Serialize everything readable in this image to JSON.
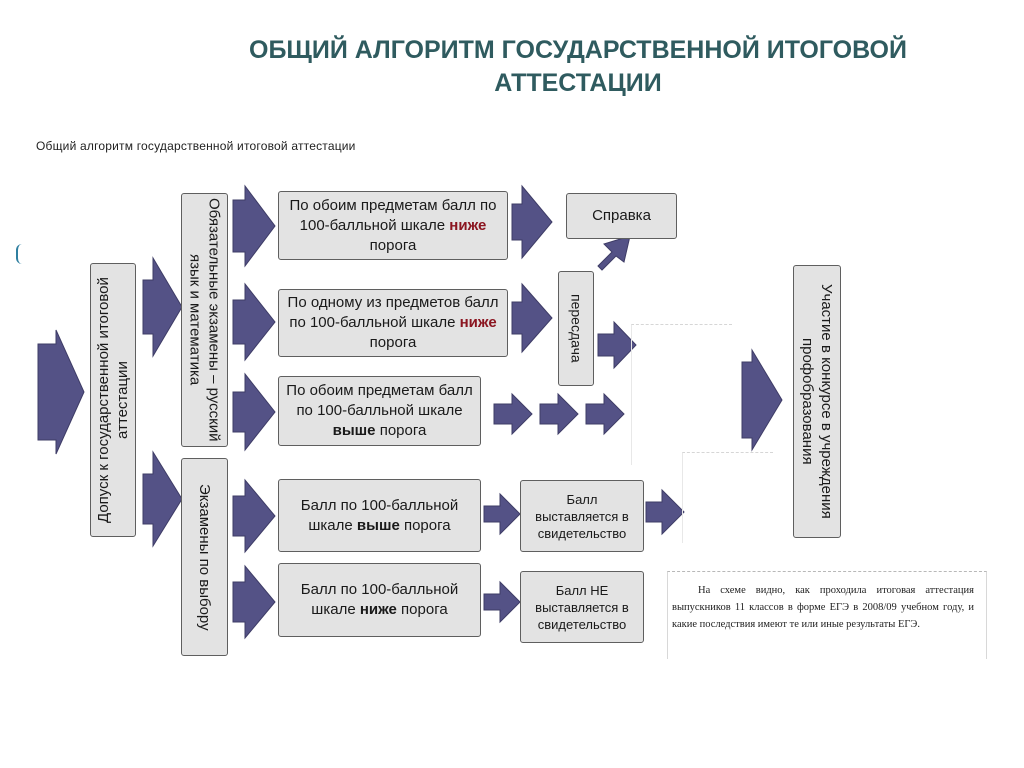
{
  "title": {
    "line1": "ОБЩИЙ АЛГОРИТМ ГОСУДАРСТВЕННОЙ ИТОГОВОЙ",
    "line2": "АТТЕСТАЦИИ"
  },
  "subtitle": "Общий алгоритм государственной итоговой аттестации",
  "boxes": {
    "admission": "Допуск к государственной итоговой аттестации",
    "mandatory": "Обязательные экзамены – русский язык и математика",
    "elective": "Экзамены по выбору",
    "both_below": {
      "pre": "По обоим предметам балл по 100-балльной шкале ",
      "em": "ниже",
      "post": " порога"
    },
    "one_below": {
      "pre": "По одному из предметов балл по 100-балльной шкале ",
      "em": "ниже",
      "post": " порога"
    },
    "both_above": {
      "pre": "По обоим предметам балл по 100-балльной шкале ",
      "em": "выше",
      "post": " порога"
    },
    "elective_above": {
      "pre": "Балл по 100-балльной шкале ",
      "em": "выше",
      "post": " порога"
    },
    "elective_below": {
      "pre": "Балл по 100-балльной шкале ",
      "em": "ниже",
      "post": " порога"
    },
    "certificate_note": "Справка",
    "retake": "пересдача",
    "score_in_certificate": "Балл выставляется в свидетельство",
    "score_not_in_certificate": "Балл НЕ выставляется в свидетельство",
    "competition": "Участие в конкурсе в учреждения профобразования"
  },
  "note": "На схеме видно, как проходила итоговая аттестация выпускников 11 классов в форме ЕГЭ в 2008/09 учебном году, и какие последствия имеют те или иные результаты ЕГЭ.",
  "colors": {
    "arrow": "#545286",
    "title": "#2f5b5f",
    "box_fill": "#e3e3e3",
    "highlight": "#8b1520"
  }
}
